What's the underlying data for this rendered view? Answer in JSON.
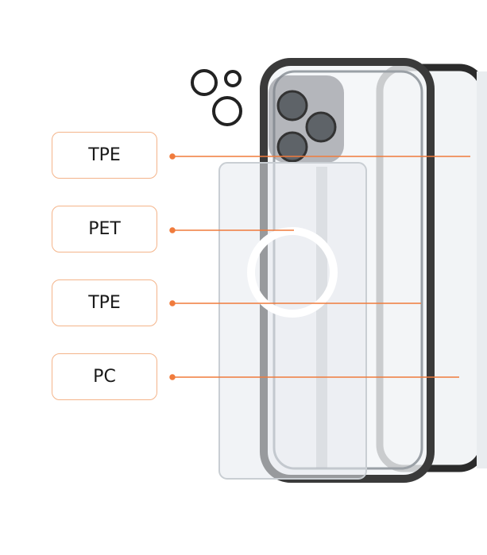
{
  "accent_color": "#f07b3c",
  "labels": [
    {
      "text": "TPE"
    },
    {
      "text": "PET"
    },
    {
      "text": "TPE"
    },
    {
      "text": "PC"
    }
  ]
}
